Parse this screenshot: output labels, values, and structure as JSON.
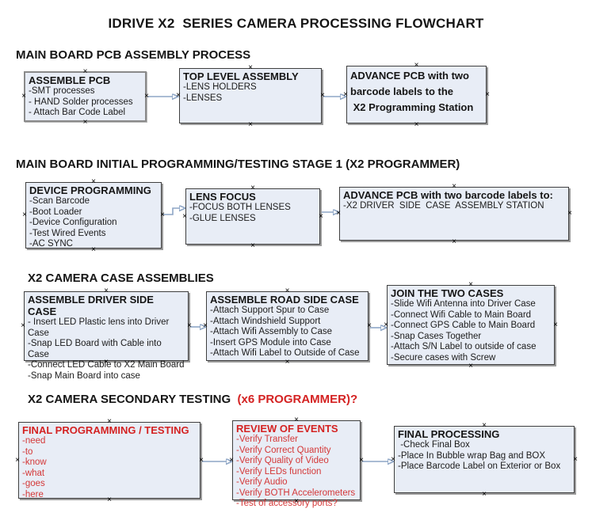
{
  "page_title": "IDRIVE X2  SERIES CAMERA PROCESSING FLOWCHART",
  "sections": [
    {
      "title": "MAIN BOARD PCB ASSEMBLY PROCESS"
    },
    {
      "title": "MAIN BOARD INITIAL PROGRAMMING/TESTING STAGE 1 (X2 PROGRAMMER)"
    },
    {
      "title": "X2 CAMERA CASE ASSEMBLIES"
    },
    {
      "title": "X2 CAMERA SECONDARY TESTING ",
      "title_red": " (x6 PROGRAMMER)?"
    }
  ],
  "boxes": [
    {
      "id": "assemble-pcb",
      "title_lines": [
        "ASSEMBLE PCB"
      ],
      "items": [
        "-SMT processes",
        "- HAND Solder processes",
        "- Attach Bar Code Label"
      ]
    },
    {
      "id": "top-level-assembly",
      "title_lines": [
        "TOP LEVEL ASSEMBLY"
      ],
      "items": [
        "-LENS HOLDERS",
        "-LENSES"
      ]
    },
    {
      "id": "advance-pcb-to-programming-station",
      "title_lines": [
        "ADVANCE PCB with two",
        "barcode labels to the",
        " X2 Programming Station"
      ],
      "items": []
    },
    {
      "id": "device-programming",
      "title_lines": [
        "DEVICE PROGRAMMING"
      ],
      "items": [
        "-Scan Barcode",
        "-Boot Loader",
        "-Device Configuration",
        "-Test Wired Events",
        "-AC SYNC"
      ]
    },
    {
      "id": "lens-focus",
      "title_lines": [
        "LENS FOCUS"
      ],
      "items": [
        "-FOCUS BOTH LENSES",
        "-GLUE LENSES"
      ]
    },
    {
      "id": "advance-pcb-to-driver-side-station",
      "title_lines": [
        "ADVANCE PCB with two barcode labels to:"
      ],
      "items": [
        "-X2 DRIVER  SIDE  CASE  ASSEMBLY STATION"
      ]
    },
    {
      "id": "assemble-driver-side-case",
      "title_lines": [
        "ASSEMBLE DRIVER SIDE CASE"
      ],
      "items": [
        "- Insert LED Plastic lens into Driver Case",
        "-Snap LED Board with Cable into Case",
        "-Connect LED Cable to X2 Main Board",
        "-Snap Main Board into case"
      ]
    },
    {
      "id": "assemble-road-side-case",
      "title_lines": [
        "ASSEMBLE ROAD SIDE CASE"
      ],
      "items": [
        "-Attach Support Spur to Case",
        "-Attach Windshield Support",
        "-Attach Wifi Assembly to Case",
        "-Insert GPS Module into Case",
        "-Attach Wifi Label to Outside of Case"
      ]
    },
    {
      "id": "join-the-two-cases",
      "title_lines": [
        "JOIN THE TWO CASES"
      ],
      "items": [
        "-Slide Wifi Antenna into Driver Case",
        "-Connect Wifi Cable to Main Board",
        "-Connect GPS Cable to Main Board",
        "-Snap Cases Together",
        "-Attach S/N Label to outside of case",
        "-Secure cases with Screw"
      ]
    },
    {
      "id": "final-programming-testing",
      "title_lines": [
        "FINAL PROGRAMMING / TESTING"
      ],
      "items": [
        "-need",
        "-to",
        "-know",
        "-what",
        "-goes",
        "-here"
      ]
    },
    {
      "id": "review-of-events",
      "title_lines": [
        "REVIEW OF EVENTS"
      ],
      "items": [
        "-Verify Transfer",
        "-Verify Correct Quantity",
        "-Verify Quality of Video",
        "-Verify LEDs function",
        "-Verify Audio",
        "-Verify BOTH Accelerometers",
        "-Test of accessory ports?"
      ]
    },
    {
      "id": "final-processing",
      "title_lines": [
        "FINAL PROCESSING"
      ],
      "items": [
        " -Check Final Box",
        "-Place In Bubble wrap Bag and BOX",
        "-Place Barcode Label on Exterior or Box"
      ]
    }
  ],
  "colors": {
    "box_fill": "#e8edf6",
    "box_border": "#3f3f3f",
    "box_shadow": "#9b9b9b",
    "arrow_line": "#8ea6c6",
    "arrow_head": "#3a5ca8",
    "red_text": "#d42222"
  }
}
